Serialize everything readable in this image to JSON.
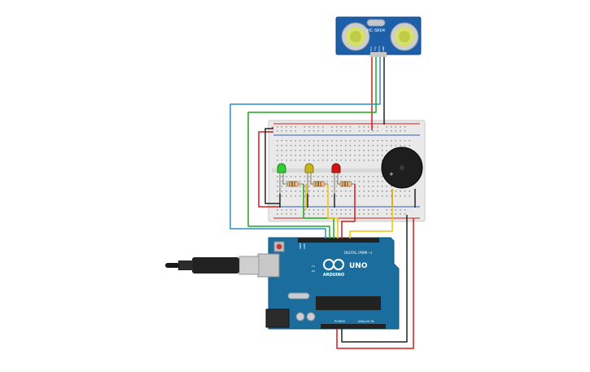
{
  "sensor": {
    "model": "HC-SR04",
    "pins": [
      "VCC",
      "Trig",
      "Echo",
      "GND"
    ]
  },
  "arduino": {
    "brand": "ARDUINO",
    "model": "UNO",
    "digital_label": "DIGITAL (PWM ~)",
    "power_label": "POWER",
    "analog_label": "ANALOG IN",
    "aref_label": "AREF",
    "gnd_label": "GND",
    "tx_label": "TX",
    "rx_label": "RX"
  },
  "breadboard": {
    "rail_plus": "+",
    "rail_minus": "-"
  },
  "leds": [
    {
      "name": "led-green",
      "color": "#2ecc2e"
    },
    {
      "name": "led-yellow",
      "color": "#c9b420"
    },
    {
      "name": "led-red",
      "color": "#d11414"
    }
  ],
  "wire_colors": {
    "red": "#d41a1a",
    "black": "#222222",
    "green": "#1fa81f",
    "blue": "#2a8fc8",
    "yellow": "#f2c200"
  },
  "board_color": "#1b6d9d",
  "sensor_color": "#1d5fa8"
}
